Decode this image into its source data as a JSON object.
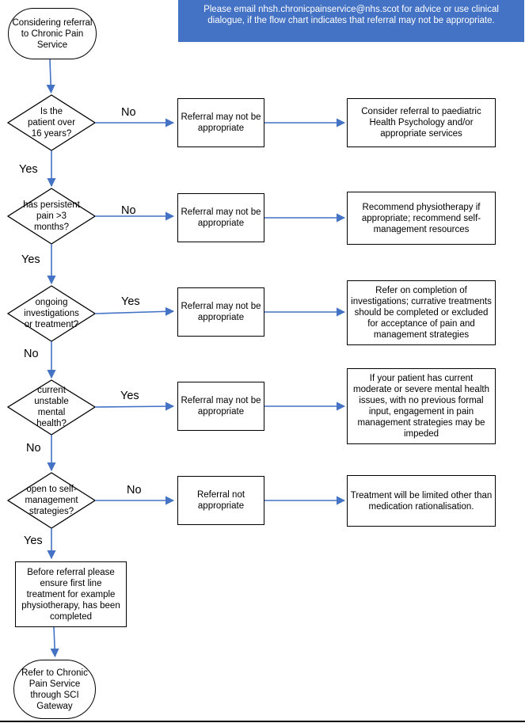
{
  "banner": "Please email nhsh.chronicpainservice@nhs.scot for advice or use clinical dialogue, if the flow chart indicates that referral may not be appropriate.",
  "start": "Considering referral to Chronic Pain Service",
  "decisions": [
    {
      "text": "Is the patient over 16 years?",
      "down_label": "Yes",
      "right_label": "No",
      "outcome": "Referral may not be appropriate",
      "action": "Consider referral to paediatric Health Psychology and/or appropriate services"
    },
    {
      "text": "has persistent pain >3 months?",
      "down_label": "Yes",
      "right_label": "No",
      "outcome": "Referral may not be appropriate",
      "action": "Recommend physiotherapy if appropriate; recommend self-management resources"
    },
    {
      "text": "ongoing investigations or treatment?",
      "down_label": "No",
      "right_label": "Yes",
      "outcome": "Referral may not be appropriate",
      "action": "Refer on completion of investigations; currative treatments should be completed or excluded for acceptance of pain and management strategies"
    },
    {
      "text": "current unstable mental health?",
      "down_label": "No",
      "right_label": "Yes",
      "outcome": "Referral may not be appropriate",
      "action": "If your patient has current moderate or severe mental health issues, with no previous formal input, engagement in pain management strategies may be impeded"
    },
    {
      "text": "open to self-management strategies?",
      "down_label": "Yes",
      "right_label": "No",
      "outcome": "Referral not appropriate",
      "action": "Treatment will be limited other than medication rationalisation."
    }
  ],
  "prereferral": "Before referral please ensure first line treatment for example physiotherapy, has been completed",
  "end": "Refer to Chronic Pain Service through SCI Gateway",
  "colors": {
    "banner": "#4472c4",
    "connector": "#4472c4",
    "banner_text": "#ffffff"
  }
}
